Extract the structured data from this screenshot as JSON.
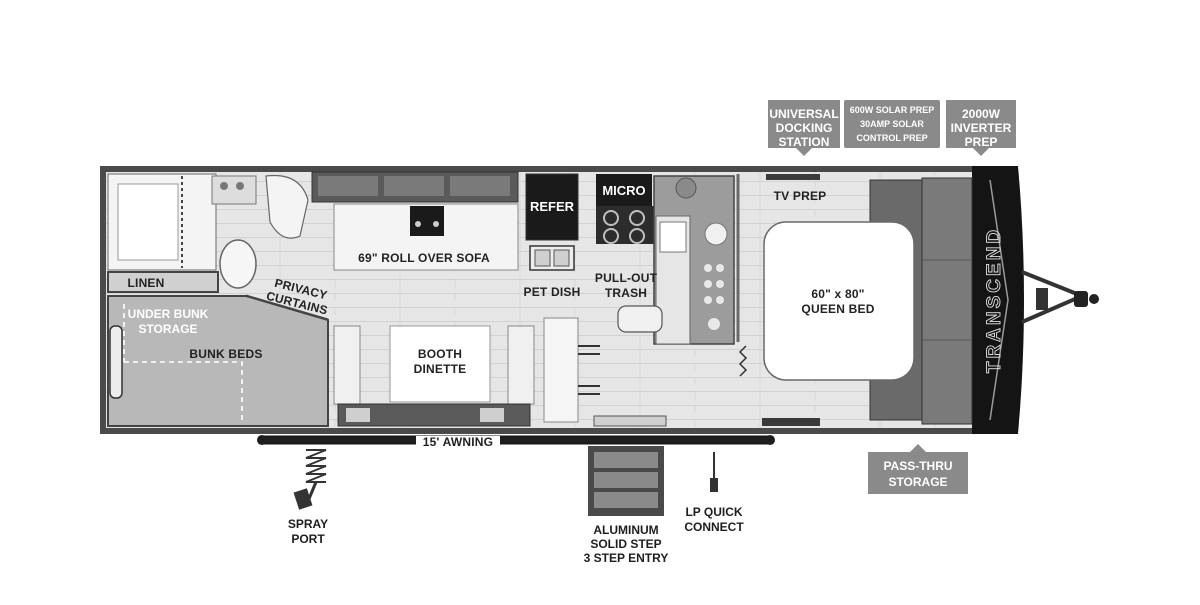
{
  "callouts": {
    "universal_docking": [
      "UNIVERSAL",
      "DOCKING",
      "STATION"
    ],
    "solar_prep": [
      "600W SOLAR PREP",
      "30AMP SOLAR",
      "CONTROL PREP"
    ],
    "inverter_prep": [
      "2000W",
      "INVERTER",
      "PREP"
    ],
    "pass_thru_storage": [
      "PASS-THRU",
      "STORAGE"
    ]
  },
  "rooms": {
    "linen": "LINEN",
    "privacy_curtains": [
      "PRIVACY",
      "CURTAINS"
    ],
    "under_bunk_storage": [
      "UNDER BUNK",
      "STORAGE"
    ],
    "bunk_beds": "BUNK BEDS",
    "roll_over_sofa": "69\" ROLL OVER SOFA",
    "booth_dinette": [
      "BOOTH",
      "DINETTE"
    ],
    "refer": "REFER",
    "micro": "MICRO",
    "pet_dish": "PET DISH",
    "pull_out_trash": [
      "PULL-OUT",
      "TRASH"
    ],
    "tv_prep": "TV PREP",
    "queen_bed": [
      "60\" x 80\"",
      "QUEEN BED"
    ]
  },
  "exterior": {
    "awning": "15' AWNING",
    "spray_port": [
      "SPRAY",
      "PORT"
    ],
    "aluminum_step": [
      "ALUMINUM",
      "SOLID STEP",
      "3 STEP ENTRY"
    ],
    "lp_quick_connect": [
      "LP QUICK",
      "CONNECT"
    ]
  },
  "brand": "TRANSCEND",
  "colors": {
    "callout_fill": "#8a8a8a",
    "wall": "#4a4a4a",
    "floor": "#e2e2e2",
    "floor_light": "#f0f0f0",
    "bunk": "#b8b8b8",
    "cap": "#141414"
  }
}
